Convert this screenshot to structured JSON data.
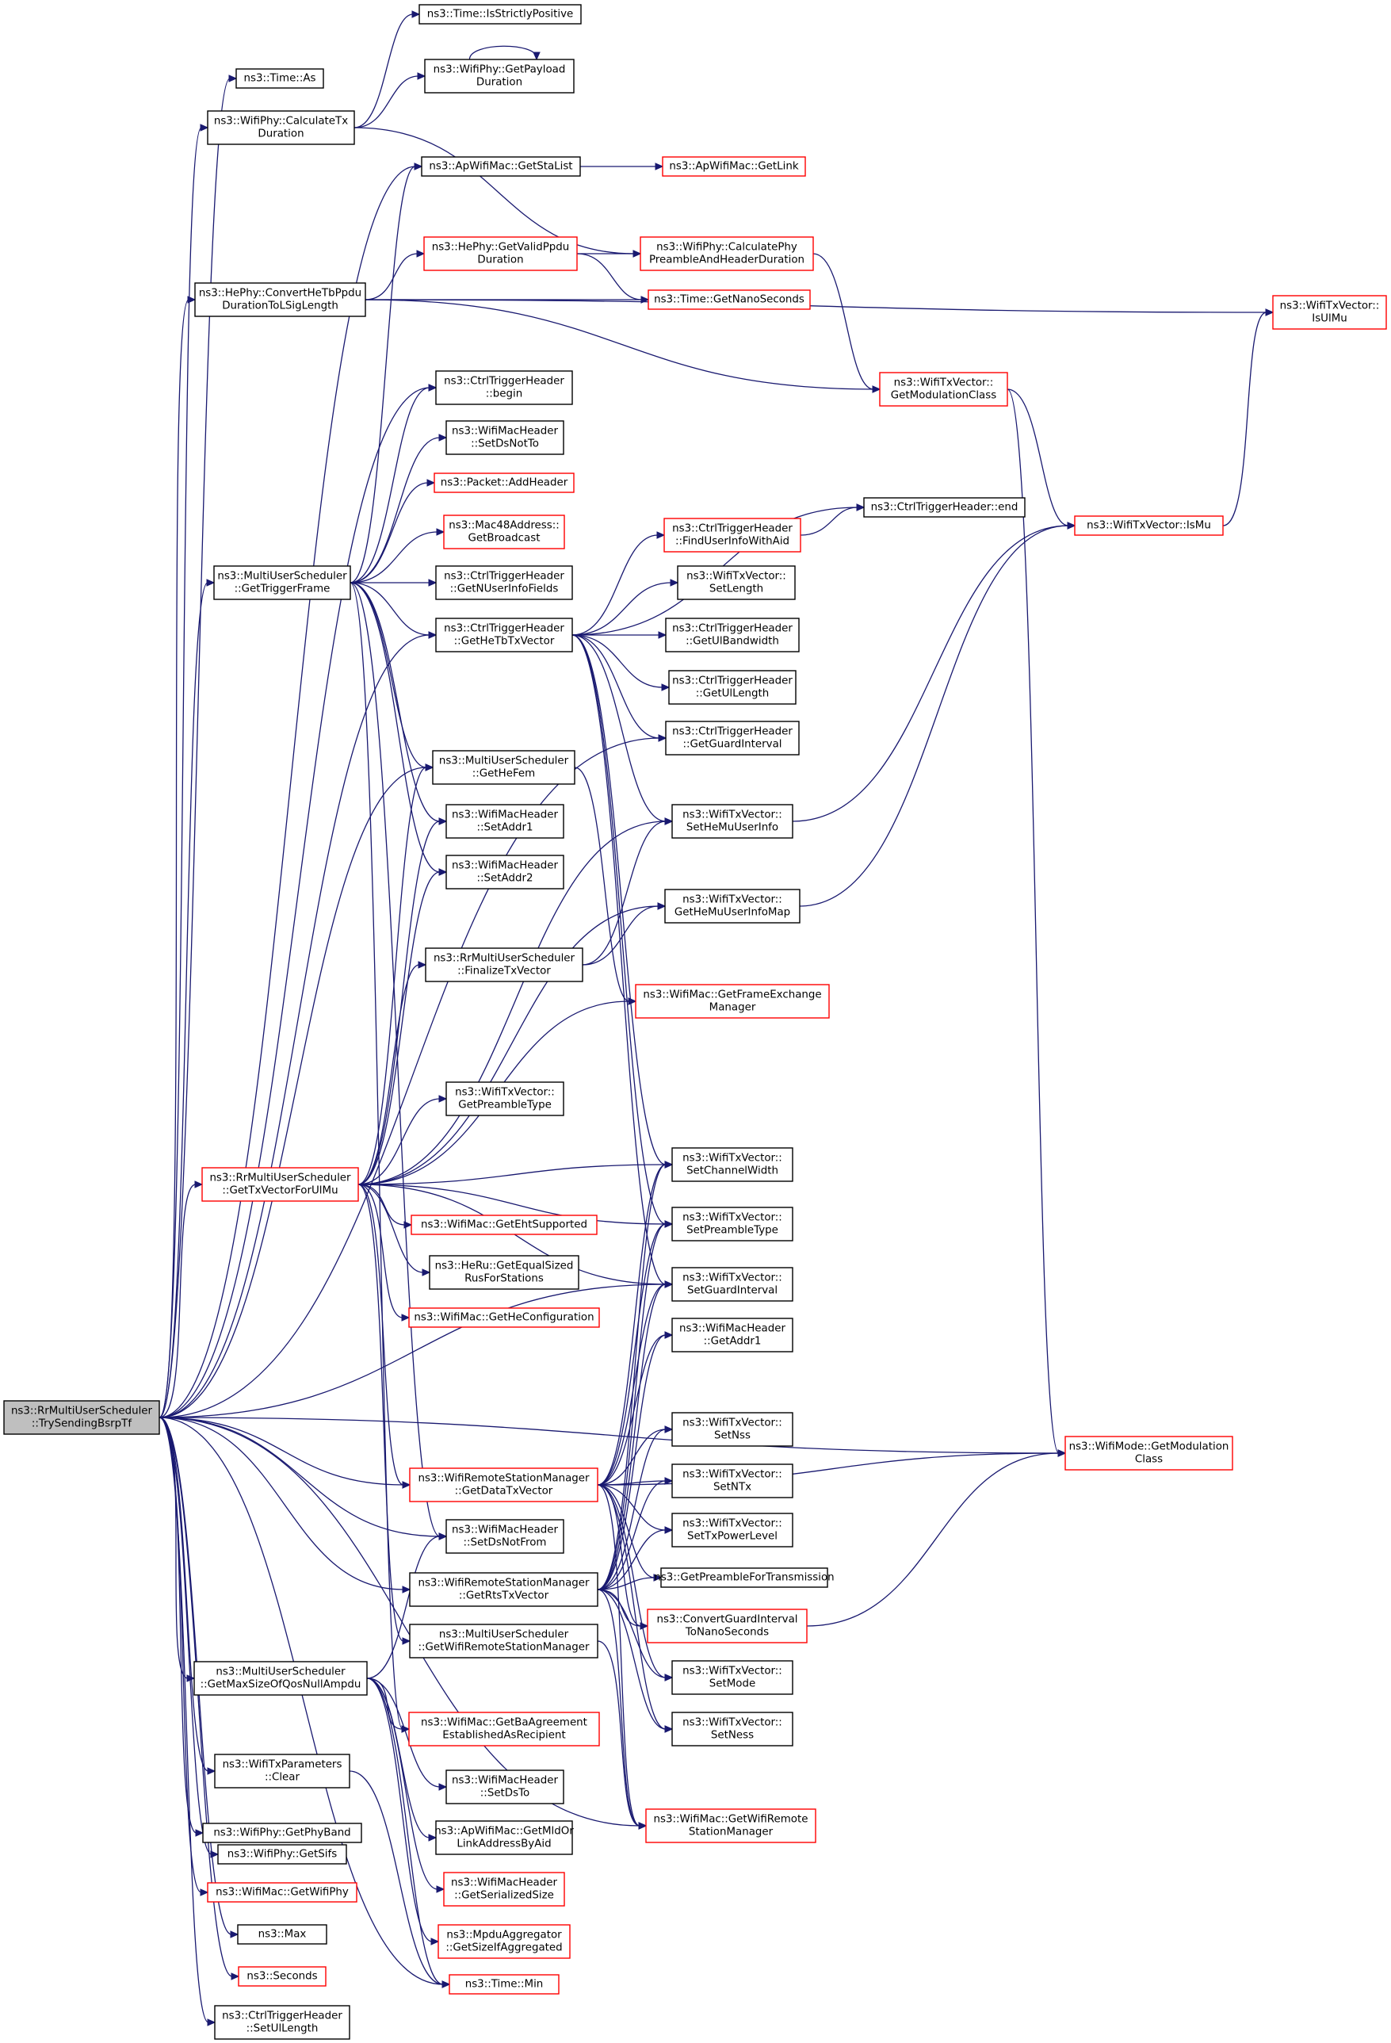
{
  "diagram": {
    "type": "doxygen-call-graph",
    "colors": {
      "edge": "#191970",
      "black_border": "#000000",
      "red_border": "#ff0000",
      "root_fill": "#bfbfbf"
    },
    "nodes": [
      {
        "id": "root",
        "lines": [
          "ns3::RrMultiUserScheduler",
          "::TrySendingBsrpTf"
        ],
        "style": "root"
      },
      {
        "id": "timeAs",
        "lines": [
          "ns3::Time::As"
        ],
        "style": "black"
      },
      {
        "id": "calcTx",
        "lines": [
          "ns3::WifiPhy::CalculateTx",
          "Duration"
        ],
        "style": "black"
      },
      {
        "id": "strictPos",
        "lines": [
          "ns3::Time::IsStrictlyPositive"
        ],
        "style": "black"
      },
      {
        "id": "payload",
        "lines": [
          "ns3::WifiPhy::GetPayload",
          "Duration"
        ],
        "style": "black"
      },
      {
        "id": "staList",
        "lines": [
          "ns3::ApWifiMac::GetStaList"
        ],
        "style": "black"
      },
      {
        "id": "getLink",
        "lines": [
          "ns3::ApWifiMac::GetLink"
        ],
        "style": "red"
      },
      {
        "id": "convHeTb",
        "lines": [
          "ns3::HePhy::ConvertHeTbPpdu",
          "DurationToLSigLength"
        ],
        "style": "black"
      },
      {
        "id": "validPpdu",
        "lines": [
          "ns3::HePhy::GetValidPpdu",
          "Duration"
        ],
        "style": "red"
      },
      {
        "id": "calcPhyPre",
        "lines": [
          "ns3::WifiPhy::CalculatePhy",
          "PreambleAndHeaderDuration"
        ],
        "style": "red"
      },
      {
        "id": "nanoSec",
        "lines": [
          "ns3::Time::GetNanoSeconds"
        ],
        "style": "red"
      },
      {
        "id": "isUlMu",
        "lines": [
          "ns3::WifiTxVector::",
          "IsUlMu"
        ],
        "style": "red"
      },
      {
        "id": "getModClassTx",
        "lines": [
          "ns3::WifiTxVector::",
          "GetModulationClass"
        ],
        "style": "red"
      },
      {
        "id": "trigBegin",
        "lines": [
          "ns3::CtrlTriggerHeader",
          "::begin"
        ],
        "style": "black"
      },
      {
        "id": "setDsNotTo",
        "lines": [
          "ns3::WifiMacHeader",
          "::SetDsNotTo"
        ],
        "style": "black"
      },
      {
        "id": "addHeader",
        "lines": [
          "ns3::Packet::AddHeader"
        ],
        "style": "red"
      },
      {
        "id": "broadcast",
        "lines": [
          "ns3::Mac48Address::",
          "GetBroadcast"
        ],
        "style": "red"
      },
      {
        "id": "trigEnd",
        "lines": [
          "ns3::CtrlTriggerHeader::end"
        ],
        "style": "black"
      },
      {
        "id": "findUser",
        "lines": [
          "ns3::CtrlTriggerHeader",
          "::FindUserInfoWithAid"
        ],
        "style": "red"
      },
      {
        "id": "isMu",
        "lines": [
          "ns3::WifiTxVector::IsMu"
        ],
        "style": "red"
      },
      {
        "id": "getTrigger",
        "lines": [
          "ns3::MultiUserScheduler",
          "::GetTriggerFrame"
        ],
        "style": "black"
      },
      {
        "id": "nUserInfo",
        "lines": [
          "ns3::CtrlTriggerHeader",
          "::GetNUserInfoFields"
        ],
        "style": "black"
      },
      {
        "id": "setLength",
        "lines": [
          "ns3::WifiTxVector::",
          "SetLength"
        ],
        "style": "black"
      },
      {
        "id": "heTbTx",
        "lines": [
          "ns3::CtrlTriggerHeader",
          "::GetHeTbTxVector"
        ],
        "style": "black"
      },
      {
        "id": "ulBw",
        "lines": [
          "ns3::CtrlTriggerHeader",
          "::GetUlBandwidth"
        ],
        "style": "black"
      },
      {
        "id": "ulLength",
        "lines": [
          "ns3::CtrlTriggerHeader",
          "::GetUlLength"
        ],
        "style": "black"
      },
      {
        "id": "guardInt",
        "lines": [
          "ns3::CtrlTriggerHeader",
          "::GetGuardInterval"
        ],
        "style": "black"
      },
      {
        "id": "heFem",
        "lines": [
          "ns3::MultiUserScheduler",
          "::GetHeFem"
        ],
        "style": "black"
      },
      {
        "id": "setAddr1",
        "lines": [
          "ns3::WifiMacHeader",
          "::SetAddr1"
        ],
        "style": "black"
      },
      {
        "id": "setHeMuUser",
        "lines": [
          "ns3::WifiTxVector::",
          "SetHeMuUserInfo"
        ],
        "style": "black"
      },
      {
        "id": "setAddr2",
        "lines": [
          "ns3::WifiMacHeader",
          "::SetAddr2"
        ],
        "style": "black"
      },
      {
        "id": "getHeMuMap",
        "lines": [
          "ns3::WifiTxVector::",
          "GetHeMuUserInfoMap"
        ],
        "style": "black"
      },
      {
        "id": "finalizeTx",
        "lines": [
          "ns3::RrMultiUserScheduler",
          "::FinalizeTxVector"
        ],
        "style": "black"
      },
      {
        "id": "frameExch",
        "lines": [
          "ns3::WifiMac::GetFrameExchange",
          "Manager"
        ],
        "style": "red"
      },
      {
        "id": "preambleType",
        "lines": [
          "ns3::WifiTxVector::",
          "GetPreambleType"
        ],
        "style": "black"
      },
      {
        "id": "txVecUlMu",
        "lines": [
          "ns3::RrMultiUserScheduler",
          "::GetTxVectorForUlMu"
        ],
        "style": "red"
      },
      {
        "id": "setChanW",
        "lines": [
          "ns3::WifiTxVector::",
          "SetChannelWidth"
        ],
        "style": "black"
      },
      {
        "id": "setPreType",
        "lines": [
          "ns3::WifiTxVector::",
          "SetPreambleType"
        ],
        "style": "black"
      },
      {
        "id": "ehtSupp",
        "lines": [
          "ns3::WifiMac::GetEhtSupported"
        ],
        "style": "red"
      },
      {
        "id": "equalRus",
        "lines": [
          "ns3::HeRu::GetEqualSized",
          "RusForStations"
        ],
        "style": "black"
      },
      {
        "id": "setGuard",
        "lines": [
          "ns3::WifiTxVector::",
          "SetGuardInterval"
        ],
        "style": "black"
      },
      {
        "id": "heConfig",
        "lines": [
          "ns3::WifiMac::GetHeConfiguration"
        ],
        "style": "red"
      },
      {
        "id": "getAddr1",
        "lines": [
          "ns3::WifiMacHeader",
          "::GetAddr1"
        ],
        "style": "black"
      },
      {
        "id": "setNss",
        "lines": [
          "ns3::WifiTxVector::",
          "SetNss"
        ],
        "style": "black"
      },
      {
        "id": "modeModClass",
        "lines": [
          "ns3::WifiMode::GetModulation",
          "Class"
        ],
        "style": "red"
      },
      {
        "id": "dataTx",
        "lines": [
          "ns3::WifiRemoteStationManager",
          "::GetDataTxVector"
        ],
        "style": "red"
      },
      {
        "id": "setNTx",
        "lines": [
          "ns3::WifiTxVector::",
          "SetNTx"
        ],
        "style": "black"
      },
      {
        "id": "setDsNotFrom",
        "lines": [
          "ns3::WifiMacHeader",
          "::SetDsNotFrom"
        ],
        "style": "black"
      },
      {
        "id": "txPower",
        "lines": [
          "ns3::WifiTxVector::",
          "SetTxPowerLevel"
        ],
        "style": "black"
      },
      {
        "id": "preForTx",
        "lines": [
          "ns3::GetPreambleForTransmission"
        ],
        "style": "black"
      },
      {
        "id": "rtsTx",
        "lines": [
          "ns3::WifiRemoteStationManager",
          "::GetRtsTxVector"
        ],
        "style": "black"
      },
      {
        "id": "convGuard",
        "lines": [
          "ns3::ConvertGuardInterval",
          "ToNanoSeconds"
        ],
        "style": "red"
      },
      {
        "id": "getWrsm",
        "lines": [
          "ns3::MultiUserScheduler",
          "::GetWifiRemoteStationManager"
        ],
        "style": "black"
      },
      {
        "id": "maxQos",
        "lines": [
          "ns3::MultiUserScheduler",
          "::GetMaxSizeOfQosNullAmpdu"
        ],
        "style": "black"
      },
      {
        "id": "setMode",
        "lines": [
          "ns3::WifiTxVector::",
          "SetMode"
        ],
        "style": "black"
      },
      {
        "id": "baAgree",
        "lines": [
          "ns3::WifiMac::GetBaAgreement",
          "EstablishedAsRecipient"
        ],
        "style": "red"
      },
      {
        "id": "setNess",
        "lines": [
          "ns3::WifiTxVector::",
          "SetNess"
        ],
        "style": "black"
      },
      {
        "id": "txParClear",
        "lines": [
          "ns3::WifiTxParameters",
          "::Clear"
        ],
        "style": "black"
      },
      {
        "id": "setDsTo",
        "lines": [
          "ns3::WifiMacHeader",
          "::SetDsTo"
        ],
        "style": "black"
      },
      {
        "id": "wifiMacWrsm",
        "lines": [
          "ns3::WifiMac::GetWifiRemote",
          "StationManager"
        ],
        "style": "red"
      },
      {
        "id": "phyBand",
        "lines": [
          "ns3::WifiPhy::GetPhyBand"
        ],
        "style": "black"
      },
      {
        "id": "mldAddr",
        "lines": [
          "ns3::ApWifiMac::GetMldOr",
          "LinkAddressByAid"
        ],
        "style": "black"
      },
      {
        "id": "sifs",
        "lines": [
          "ns3::WifiPhy::GetSifs"
        ],
        "style": "black"
      },
      {
        "id": "serSize",
        "lines": [
          "ns3::WifiMacHeader",
          "::GetSerializedSize"
        ],
        "style": "red"
      },
      {
        "id": "wifiPhy",
        "lines": [
          "ns3::WifiMac::GetWifiPhy"
        ],
        "style": "red"
      },
      {
        "id": "maxF",
        "lines": [
          "ns3::Max"
        ],
        "style": "black"
      },
      {
        "id": "sizeAgg",
        "lines": [
          "ns3::MpduAggregator",
          "::GetSizeIfAggregated"
        ],
        "style": "red"
      },
      {
        "id": "seconds",
        "lines": [
          "ns3::Seconds"
        ],
        "style": "red"
      },
      {
        "id": "timeMin",
        "lines": [
          "ns3::Time::Min"
        ],
        "style": "red"
      },
      {
        "id": "setUlLen",
        "lines": [
          "ns3::CtrlTriggerHeader",
          "::SetUlLength"
        ],
        "style": "black"
      }
    ],
    "edges": [
      [
        "root",
        "timeAs"
      ],
      [
        "root",
        "calcTx"
      ],
      [
        "root",
        "staList"
      ],
      [
        "root",
        "convHeTb"
      ],
      [
        "root",
        "trigBegin"
      ],
      [
        "root",
        "getTrigger"
      ],
      [
        "root",
        "heTbTx"
      ],
      [
        "root",
        "guardInt"
      ],
      [
        "root",
        "heFem"
      ],
      [
        "root",
        "txVecUlMu"
      ],
      [
        "root",
        "setGuard"
      ],
      [
        "root",
        "modeModClass"
      ],
      [
        "root",
        "rtsTx"
      ],
      [
        "root",
        "dataTx"
      ],
      [
        "root",
        "maxQos"
      ],
      [
        "root",
        "txParClear"
      ],
      [
        "root",
        "phyBand"
      ],
      [
        "root",
        "sifs"
      ],
      [
        "root",
        "wifiPhy"
      ],
      [
        "root",
        "maxF"
      ],
      [
        "root",
        "seconds"
      ],
      [
        "root",
        "setUlLen"
      ],
      [
        "root",
        "setDsNotFrom"
      ],
      [
        "root",
        "wifiMacWrsm"
      ],
      [
        "root",
        "timeMin"
      ],
      [
        "calcTx",
        "strictPos"
      ],
      [
        "calcTx",
        "payload"
      ],
      [
        "payload",
        "payload"
      ],
      [
        "calcTx",
        "calcPhyPre"
      ],
      [
        "staList",
        "getLink"
      ],
      [
        "convHeTb",
        "validPpdu"
      ],
      [
        "convHeTb",
        "nanoSec"
      ],
      [
        "convHeTb",
        "isUlMu"
      ],
      [
        "convHeTb",
        "getModClassTx"
      ],
      [
        "validPpdu",
        "calcPhyPre"
      ],
      [
        "validPpdu",
        "nanoSec"
      ],
      [
        "calcPhyPre",
        "getModClassTx"
      ],
      [
        "getModClassTx",
        "isMu"
      ],
      [
        "getModClassTx",
        "modeModClass"
      ],
      [
        "isMu",
        "isUlMu"
      ],
      [
        "getTrigger",
        "staList"
      ],
      [
        "getTrigger",
        "trigBegin"
      ],
      [
        "getTrigger",
        "setDsNotTo"
      ],
      [
        "getTrigger",
        "addHeader"
      ],
      [
        "getTrigger",
        "broadcast"
      ],
      [
        "getTrigger",
        "nUserInfo"
      ],
      [
        "getTrigger",
        "heTbTx"
      ],
      [
        "getTrigger",
        "heFem"
      ],
      [
        "getTrigger",
        "setAddr1"
      ],
      [
        "getTrigger",
        "setAddr2"
      ],
      [
        "getTrigger",
        "setDsNotFrom"
      ],
      [
        "getTrigger",
        "baAgree"
      ],
      [
        "heTbTx",
        "trigEnd"
      ],
      [
        "heTbTx",
        "findUser"
      ],
      [
        "heTbTx",
        "setLength"
      ],
      [
        "heTbTx",
        "ulBw"
      ],
      [
        "heTbTx",
        "ulLength"
      ],
      [
        "heTbTx",
        "guardInt"
      ],
      [
        "heTbTx",
        "setHeMuUser"
      ],
      [
        "heTbTx",
        "setChanW"
      ],
      [
        "heTbTx",
        "setPreType"
      ],
      [
        "heTbTx",
        "setGuard"
      ],
      [
        "findUser",
        "trigEnd"
      ],
      [
        "heFem",
        "frameExch"
      ],
      [
        "setHeMuUser",
        "isMu"
      ],
      [
        "getHeMuMap",
        "isMu"
      ],
      [
        "finalizeTx",
        "setHeMuUser"
      ],
      [
        "finalizeTx",
        "getHeMuMap"
      ],
      [
        "txVecUlMu",
        "finalizeTx"
      ],
      [
        "txVecUlMu",
        "frameExch"
      ],
      [
        "txVecUlMu",
        "preambleType"
      ],
      [
        "txVecUlMu",
        "setChanW"
      ],
      [
        "txVecUlMu",
        "setPreType"
      ],
      [
        "txVecUlMu",
        "ehtSupp"
      ],
      [
        "txVecUlMu",
        "equalRus"
      ],
      [
        "txVecUlMu",
        "heConfig"
      ],
      [
        "txVecUlMu",
        "setGuard"
      ],
      [
        "txVecUlMu",
        "dataTx"
      ],
      [
        "txVecUlMu",
        "getHeMuMap"
      ],
      [
        "txVecUlMu",
        "setHeMuUser"
      ],
      [
        "txVecUlMu",
        "setAddr1"
      ],
      [
        "txVecUlMu",
        "setAddr2"
      ],
      [
        "txVecUlMu",
        "heFem"
      ],
      [
        "txVecUlMu",
        "getWrsm"
      ],
      [
        "dataTx",
        "setChanW"
      ],
      [
        "dataTx",
        "setPreType"
      ],
      [
        "dataTx",
        "setGuard"
      ],
      [
        "dataTx",
        "getAddr1"
      ],
      [
        "dataTx",
        "setNss"
      ],
      [
        "dataTx",
        "setNTx"
      ],
      [
        "dataTx",
        "txPower"
      ],
      [
        "dataTx",
        "preForTx"
      ],
      [
        "dataTx",
        "convGuard"
      ],
      [
        "dataTx",
        "setMode"
      ],
      [
        "dataTx",
        "setNess"
      ],
      [
        "dataTx",
        "modeModClass"
      ],
      [
        "dataTx",
        "wifiMacWrsm"
      ],
      [
        "rtsTx",
        "setChanW"
      ],
      [
        "rtsTx",
        "setPreType"
      ],
      [
        "rtsTx",
        "setGuard"
      ],
      [
        "rtsTx",
        "getAddr1"
      ],
      [
        "rtsTx",
        "setNss"
      ],
      [
        "rtsTx",
        "setNTx"
      ],
      [
        "rtsTx",
        "txPower"
      ],
      [
        "rtsTx",
        "preForTx"
      ],
      [
        "rtsTx",
        "convGuard"
      ],
      [
        "rtsTx",
        "setMode"
      ],
      [
        "rtsTx",
        "setNess"
      ],
      [
        "rtsTx",
        "wifiMacWrsm"
      ],
      [
        "convGuard",
        "modeModClass"
      ],
      [
        "getWrsm",
        "wifiMacWrsm"
      ],
      [
        "maxQos",
        "setDsNotFrom"
      ],
      [
        "maxQos",
        "baAgree"
      ],
      [
        "maxQos",
        "setDsTo"
      ],
      [
        "maxQos",
        "mldAddr"
      ],
      [
        "maxQos",
        "serSize"
      ],
      [
        "maxQos",
        "sizeAgg"
      ],
      [
        "maxQos",
        "timeMin"
      ],
      [
        "txParClear",
        "timeMin"
      ]
    ]
  }
}
